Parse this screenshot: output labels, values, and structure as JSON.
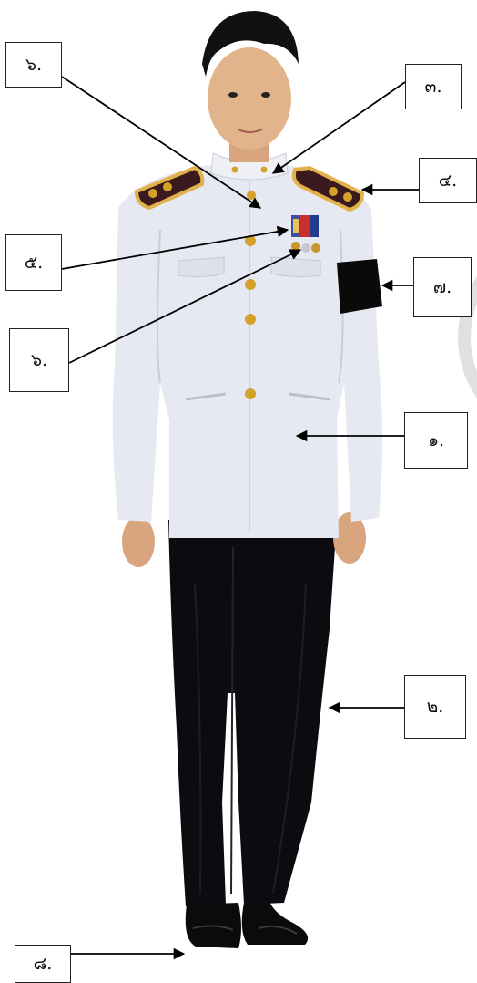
{
  "labels": {
    "box_6a": "๖.",
    "box_3": "๓.",
    "box_4": "๔.",
    "box_5": "๕.",
    "box_7": "๗.",
    "box_6b": "๖.",
    "box_1": "๑.",
    "box_2": "๒.",
    "box_8": "๘."
  },
  "colors": {
    "uniform": "#e6e9f2",
    "uniform_shadow": "#c9cedc",
    "trousers": "#0c0c10",
    "shoulder_board": "#3a1a1e",
    "gold": "#d4a22a",
    "armband": "#0a0a0a",
    "skin": "#e2b48c",
    "hair": "#111111"
  }
}
